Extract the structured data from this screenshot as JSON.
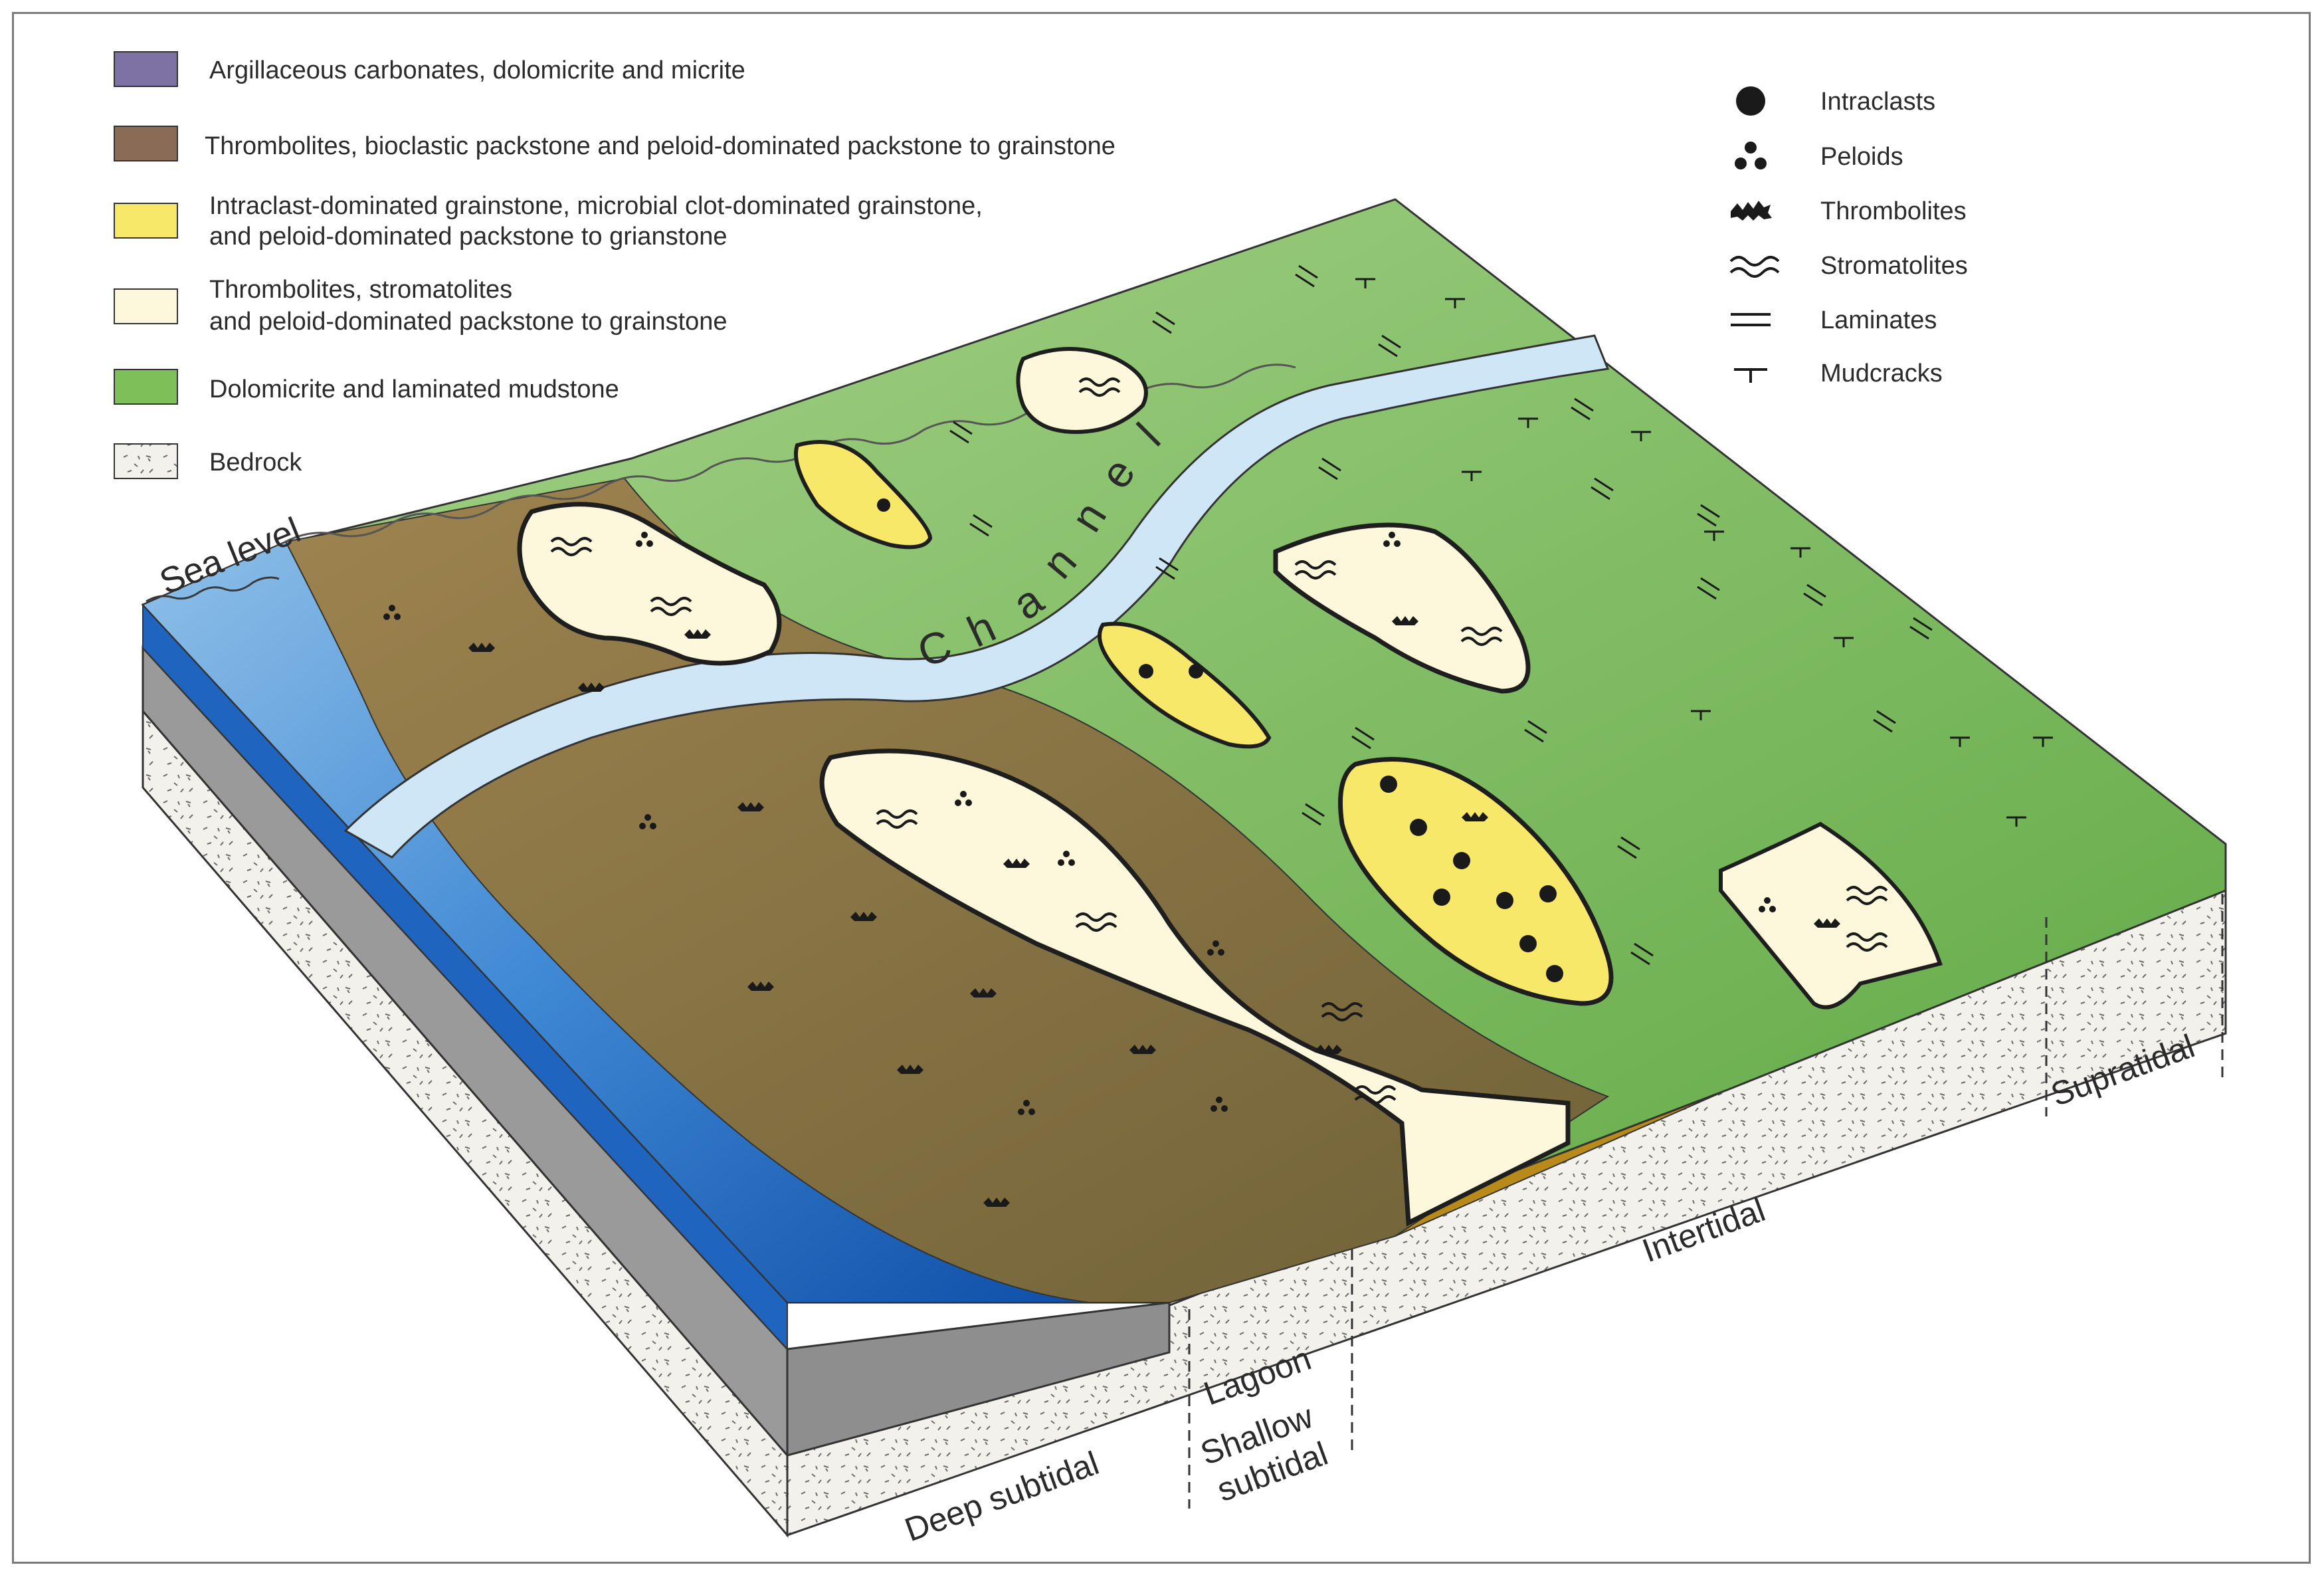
{
  "legend_left": [
    {
      "label_lines": [
        "Argillaceous carbonates, dolomicrite and micrite"
      ],
      "color": "#7d72a3"
    },
    {
      "label_lines": [
        "Thrombolites, bioclastic packstone and peloid-dominated packstone to grainstone"
      ],
      "color": "#8a6b55"
    },
    {
      "label_lines": [
        "Intraclast-dominated grainstone, microbial clot-dominated grainstone,",
        "and peloid-dominated packstone to grianstone"
      ],
      "color": "#f7e86a"
    },
    {
      "label_lines": [
        "Thrombolites, stromatolites",
        "and peloid-dominated packstone to grainstone"
      ],
      "color": "#fdf8dc"
    },
    {
      "label_lines": [
        "Dolomicrite and laminated mudstone"
      ],
      "color": "#7fbf5a"
    },
    {
      "label_lines": [
        "Bedrock"
      ],
      "color": "#f4f2ee"
    }
  ],
  "legend_right": [
    {
      "label": "Intraclasts",
      "icon": "intraclast-icon"
    },
    {
      "label": "Peloids",
      "icon": "peloid-icon"
    },
    {
      "label": "Thrombolites",
      "icon": "thrombolite-icon"
    },
    {
      "label": "Stromatolites",
      "icon": "stromatolite-icon"
    },
    {
      "label": "Laminates",
      "icon": "laminate-icon"
    },
    {
      "label": "Mudcracks",
      "icon": "mudcrack-icon"
    }
  ],
  "diagram": {
    "sea_level": "Sea level",
    "channel_letters": [
      "C",
      "h",
      "a",
      "n",
      "n",
      "e",
      "l"
    ],
    "zones": {
      "deep_subtidal": "Deep subtidal",
      "lagoon": "Lagoon",
      "shallow_subtidal_1": "Shallow",
      "shallow_subtidal_2": "subtidal",
      "intertidal": "Intertidal",
      "supratidal": "Supratidal"
    }
  },
  "colors": {
    "sea": "#2f7fd0",
    "channel": "#cfe6f6",
    "green_flat": "#8fc26a",
    "brown_flat": "#8d7a4a",
    "yellow_shoal": "#f7e86a",
    "cream_shoal": "#fdf8dc",
    "bedrock": "#f3f1ec",
    "grey_layer": "#9a9a9a",
    "lagoon_side": "#b88a1a"
  }
}
